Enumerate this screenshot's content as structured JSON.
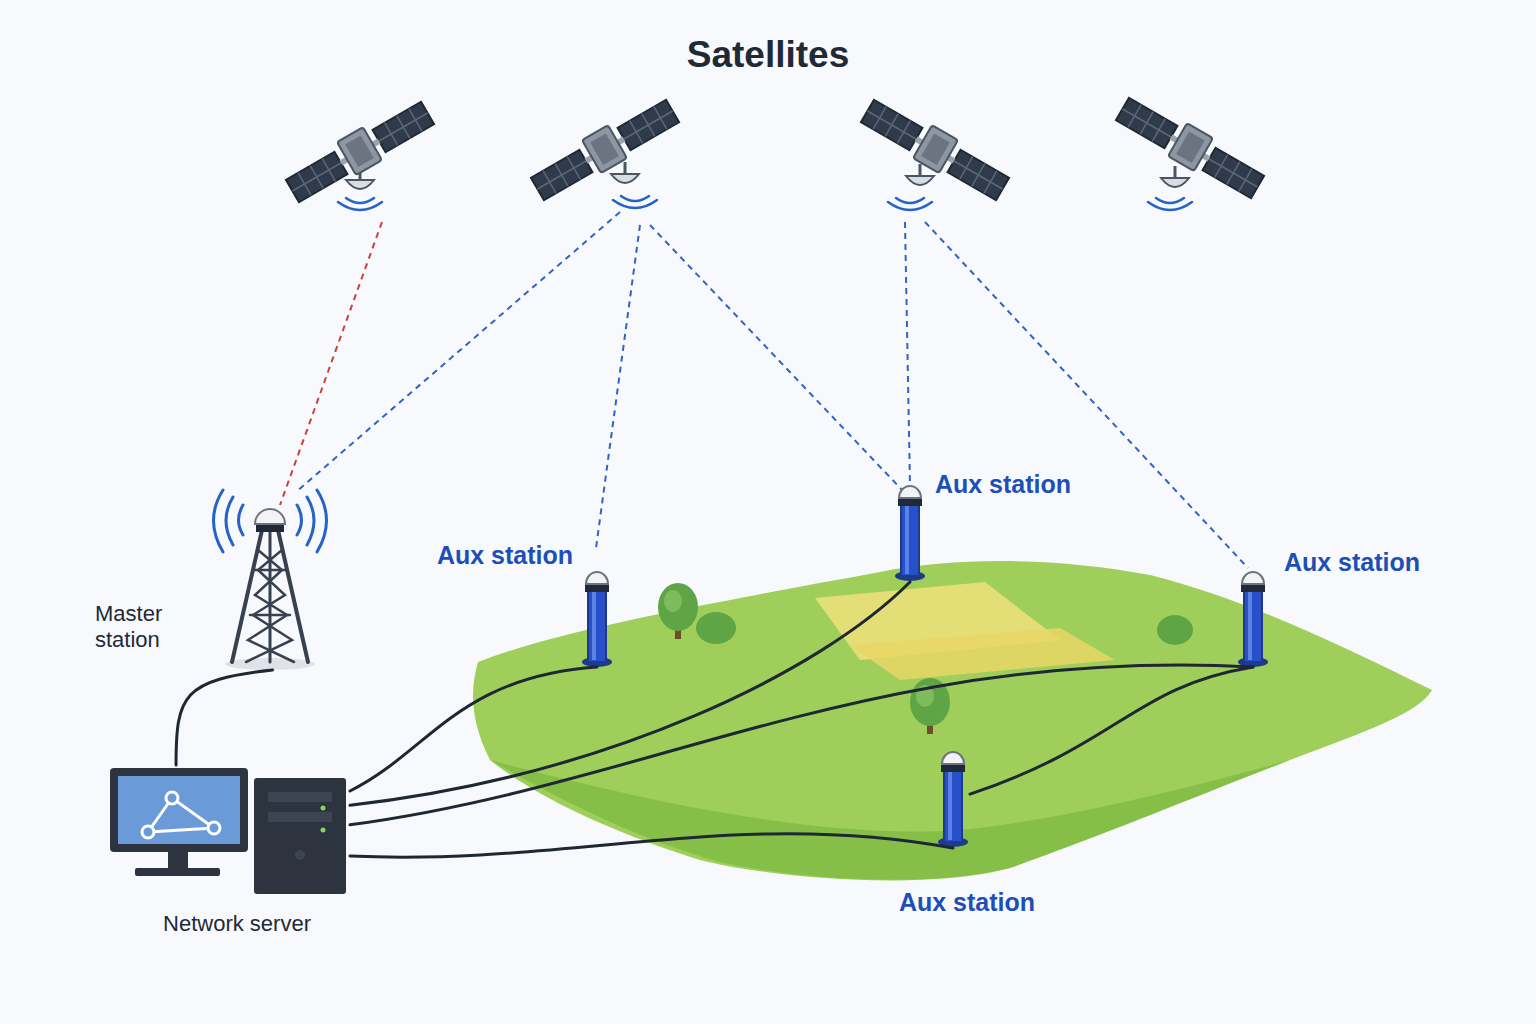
{
  "diagram": {
    "title": "Satellites",
    "nodes": [
      {
        "text": [
          "Master station"
        ]
      },
      {
        "text": [
          "Aux station"
        ]
      },
      {
        "text": [
          "Aux station"
        ]
      },
      {
        "text": [
          "Aux station"
        ]
      },
      {
        "text": [
          "Aux station"
        ]
      },
      {
        "text": [
          "Network server"
        ]
      }
    ],
    "edges": [
      {
        "from": 0,
        "to": 5,
        "arrow": "none"
      },
      {
        "from": 1,
        "to": 5,
        "arrow": "none"
      },
      {
        "from": 2,
        "to": 5,
        "arrow": "none"
      },
      {
        "from": 3,
        "to": 5,
        "arrow": "none"
      },
      {
        "from": 4,
        "to": 5,
        "arrow": "none"
      },
      {
        "from": 4,
        "to": 3,
        "arrow": "none"
      }
    ]
  }
}
